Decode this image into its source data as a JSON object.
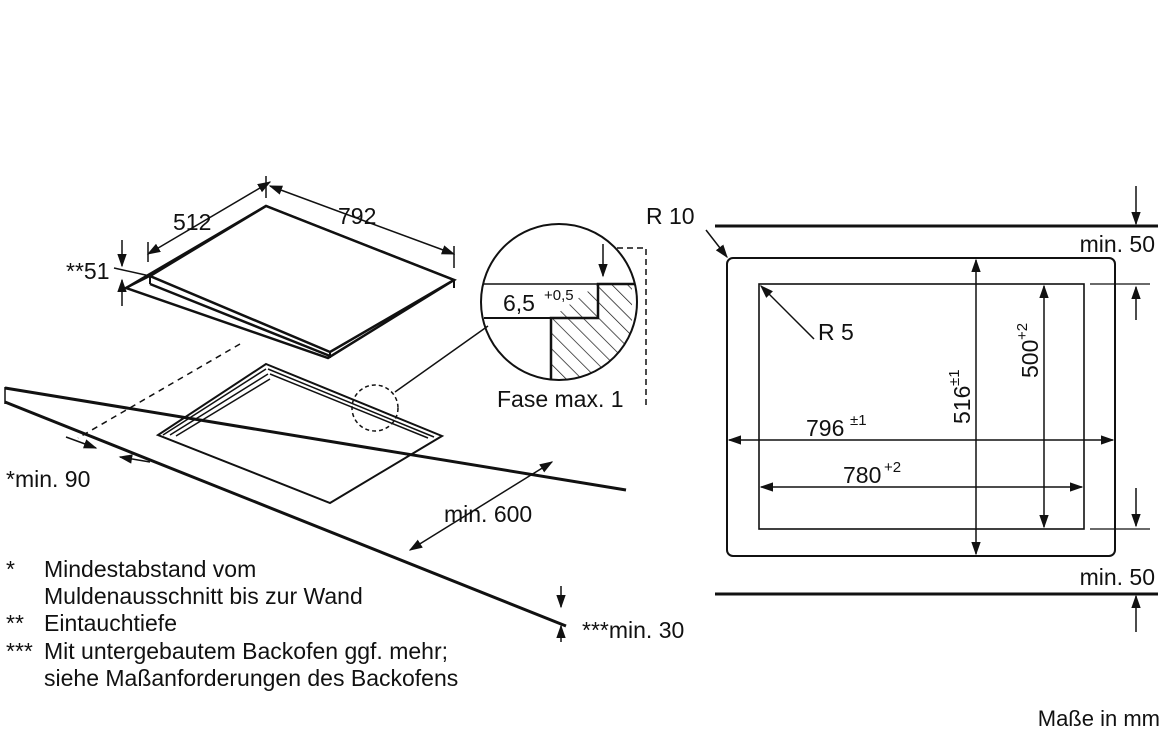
{
  "left_view": {
    "dim_depth": "512",
    "dim_width": "792",
    "dim_insert_depth": "**51",
    "dim_wall_distance": "*min. 90",
    "dim_front_distance": "min. 600",
    "dim_worktop_thickness": "***min. 30",
    "detail": {
      "value": "6,5",
      "tolerance": "+0,5",
      "chamfer": "Fase max. 1"
    }
  },
  "right_view": {
    "corner_radius_outer": "R 10",
    "corner_radius_inner": "R 5",
    "top_clearance": "min. 50",
    "bottom_clearance": "min. 50",
    "outer_width": {
      "value": "796",
      "tolerance": "±1"
    },
    "inner_width": {
      "value": "780",
      "tolerance": "+2"
    },
    "outer_depth": {
      "value": "516",
      "tolerance": "±1"
    },
    "inner_depth": {
      "value": "500",
      "tolerance": "+2"
    }
  },
  "notes": [
    {
      "marker": "*",
      "lines": [
        "Mindestabstand vom",
        "Muldenausschnitt bis zur Wand"
      ]
    },
    {
      "marker": "**",
      "lines": [
        "Eintauchtiefe"
      ]
    },
    {
      "marker": "***",
      "lines": [
        "Mit untergebautem Backofen ggf. mehr;",
        "siehe Maßanforderungen des Backofens"
      ]
    }
  ],
  "units_label": "Maße in mm"
}
